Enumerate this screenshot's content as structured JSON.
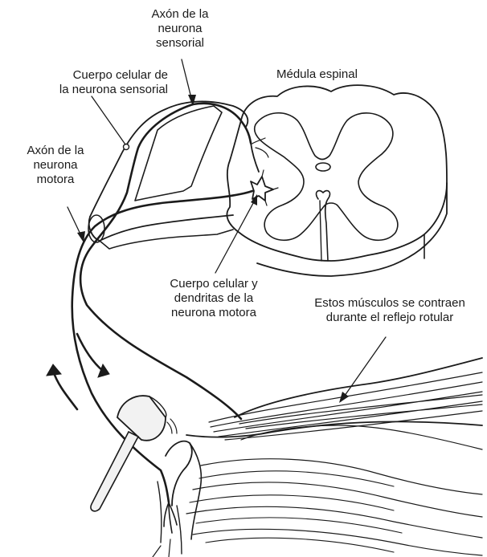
{
  "labels": {
    "sensory_axon": [
      "Axón de la",
      "neurona",
      "sensorial"
    ],
    "sensory_cell_body": [
      "Cuerpo celular de",
      "la neurona sensorial"
    ],
    "spinal_cord": [
      "Médula espinal"
    ],
    "motor_axon": [
      "Axón de la",
      "neurona",
      "motora"
    ],
    "motor_cell_body": [
      "Cuerpo celular y",
      "dendritas de la",
      "neurona motora"
    ],
    "muscles": [
      "Estos músculos se contraen",
      "durante el reflejo rotular"
    ]
  },
  "colors": {
    "ink": "#1b1b1b",
    "background": "#ffffff",
    "hammer": "#f2f2f2"
  }
}
